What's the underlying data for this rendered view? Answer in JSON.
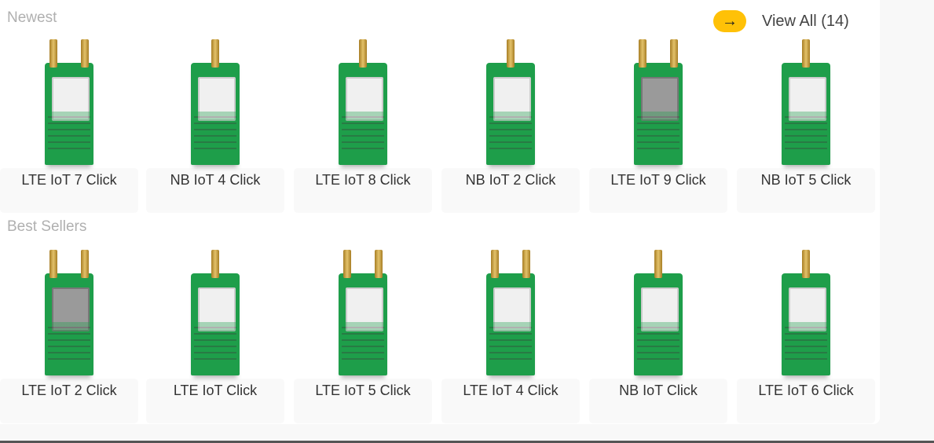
{
  "sections": [
    {
      "title": "Newest",
      "products": [
        "LTE IoT 7 Click",
        "NB IoT 4 Click",
        "LTE IoT 8 Click",
        "NB IoT 2 Click",
        "LTE IoT 9 Click",
        "NB IoT 5 Click"
      ]
    },
    {
      "title": "Best Sellers",
      "products": [
        "LTE IoT 2 Click",
        "LTE IoT Click",
        "LTE IoT 5 Click",
        "LTE IoT 4 Click",
        "NB IoT Click",
        "LTE IoT 6 Click"
      ]
    }
  ],
  "view_all": {
    "icon": "arrow-right-icon",
    "label": "View All (14)"
  },
  "colors": {
    "accent": "#ffc107",
    "pcb": "#1e9e4a"
  }
}
